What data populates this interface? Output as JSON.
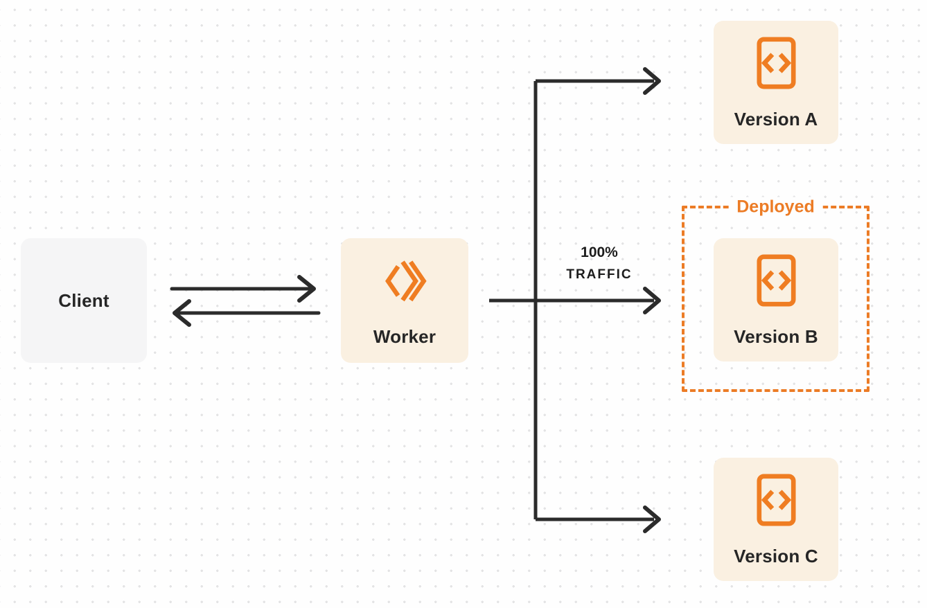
{
  "diagram": {
    "nodes": {
      "client": {
        "label": "Client"
      },
      "worker": {
        "label": "Worker",
        "icon": "workers-chevron-icon"
      },
      "version_a": {
        "label": "Version A",
        "icon": "code-page-icon"
      },
      "version_b": {
        "label": "Version B",
        "icon": "code-page-icon"
      },
      "version_c": {
        "label": "Version C",
        "icon": "code-page-icon"
      }
    },
    "annotations": {
      "deployed_label": "Deployed",
      "traffic_line1": "100%",
      "traffic_line2": "TRAFFIC"
    },
    "edges": [
      {
        "from": "client",
        "to": "worker",
        "style": "arrow-right"
      },
      {
        "from": "worker",
        "to": "client",
        "style": "arrow-left"
      },
      {
        "from": "worker",
        "to": "version_a",
        "style": "arrow"
      },
      {
        "from": "worker",
        "to": "version_b",
        "style": "arrow",
        "label": "100% TRAFFIC"
      },
      {
        "from": "worker",
        "to": "version_c",
        "style": "arrow"
      }
    ],
    "colors": {
      "background": "#FEFEFE",
      "dot_grid": "#E3E3E4",
      "orange_accent": "#EC7C26",
      "node_cream": "#FAF0E1",
      "client_gray": "#F5F5F6",
      "connector_dark": "#2B2B2B",
      "text_dark": "#262626"
    }
  }
}
